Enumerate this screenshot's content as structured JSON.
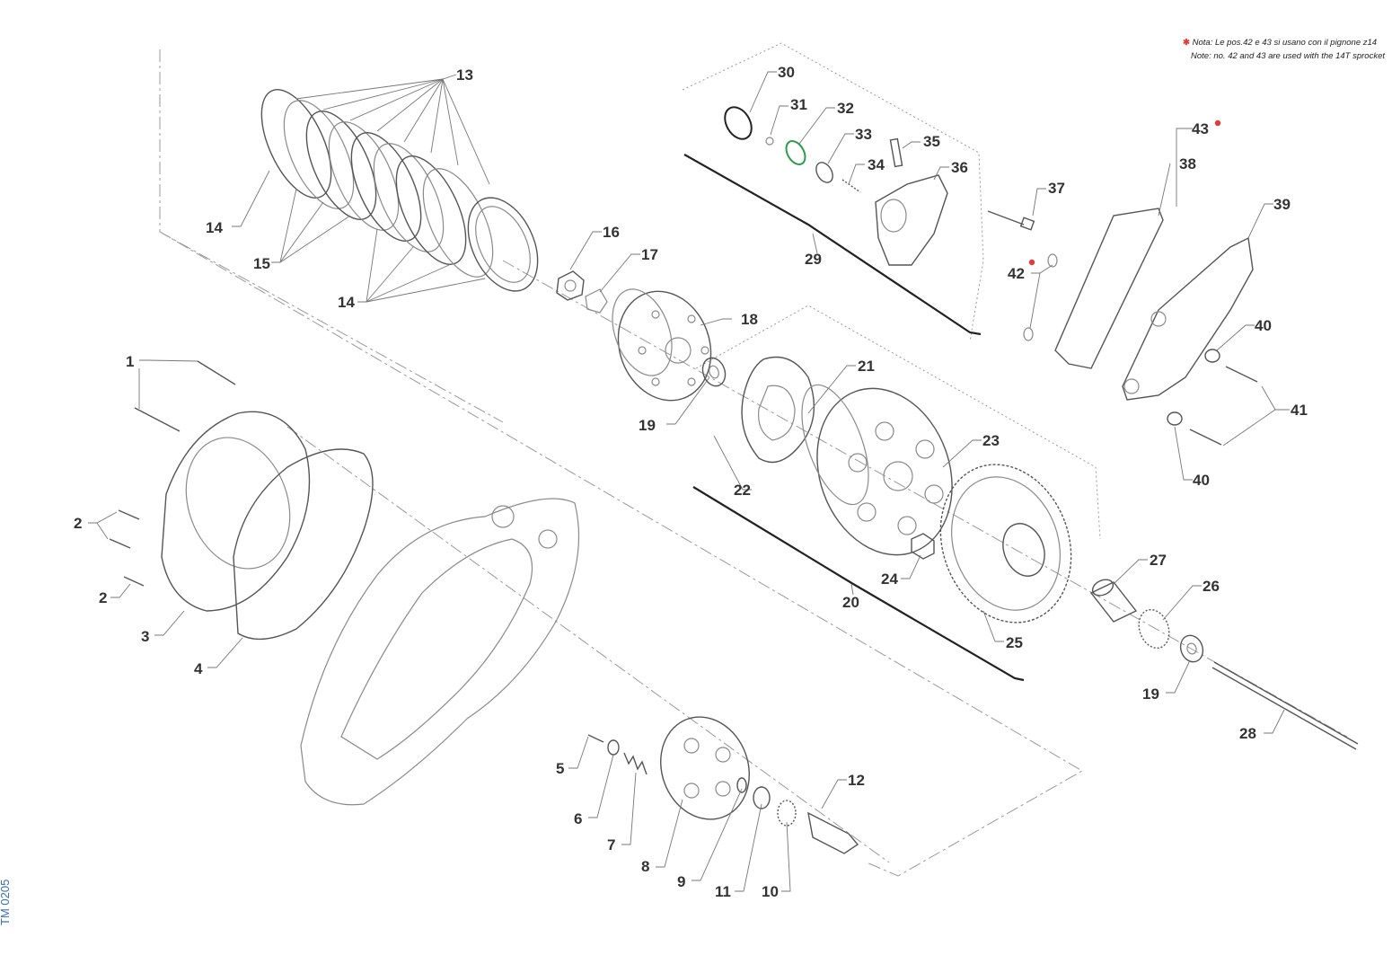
{
  "notes": {
    "line_it": "Nota: Le pos.42 e 43 si usano con il pignone z14",
    "line_en": "Note: no. 42 and 43 are used with the 14T sprocket",
    "marker_color": "#e23b3b"
  },
  "drawing_code": "TM 0205",
  "colors": {
    "callout": "#333333",
    "line": "#8a8a8a",
    "oring_green": "#2a9d4a",
    "code_blue": "#3a6fb7"
  },
  "callouts": {
    "c1": "1",
    "c2a": "2",
    "c2b": "2",
    "c3": "3",
    "c4": "4",
    "c5": "5",
    "c6": "6",
    "c7": "7",
    "c8": "8",
    "c9": "9",
    "c10": "10",
    "c11": "11",
    "c12": "12",
    "c13": "13",
    "c14a": "14",
    "c14b": "14",
    "c15": "15",
    "c16": "16",
    "c17": "17",
    "c18": "18",
    "c19a": "19",
    "c19b": "19",
    "c20": "20",
    "c21": "21",
    "c22": "22",
    "c23": "23",
    "c24": "24",
    "c25": "25",
    "c26": "26",
    "c27": "27",
    "c28": "28",
    "c29": "29",
    "c30": "30",
    "c31": "31",
    "c32": "32",
    "c33": "33",
    "c34": "34",
    "c35": "35",
    "c36": "36",
    "c37": "37",
    "c38": "38",
    "c39": "39",
    "c40a": "40",
    "c40b": "40",
    "c41": "41",
    "c42": "42",
    "c43": "43"
  }
}
